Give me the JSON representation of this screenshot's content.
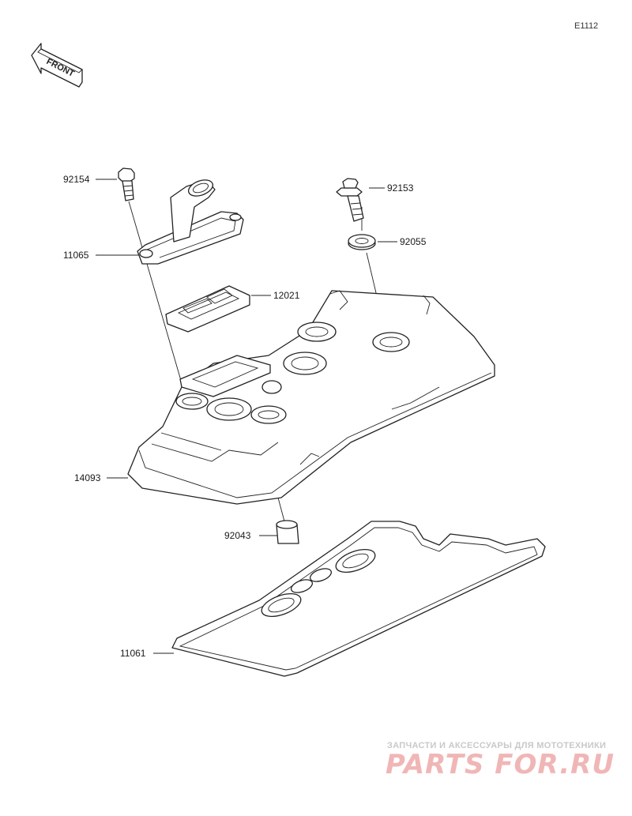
{
  "diagram": {
    "code": "E1112",
    "front_label": "FRONT",
    "parts": [
      {
        "number": "92154"
      },
      {
        "number": "92153"
      },
      {
        "number": "92055"
      },
      {
        "number": "11065"
      },
      {
        "number": "12021"
      },
      {
        "number": "14093"
      },
      {
        "number": "92043"
      },
      {
        "number": "11061"
      }
    ]
  },
  "watermark": {
    "tagline": "ЗАПЧАСТИ И АКСЕССУАРЫ ДЛЯ МОТОТЕХНИКИ",
    "brand": "PARTS FOR.RU"
  },
  "colors": {
    "line": "#222222",
    "watermark_brand": "#f0b6b6",
    "watermark_tagline": "#c9c9c9"
  }
}
